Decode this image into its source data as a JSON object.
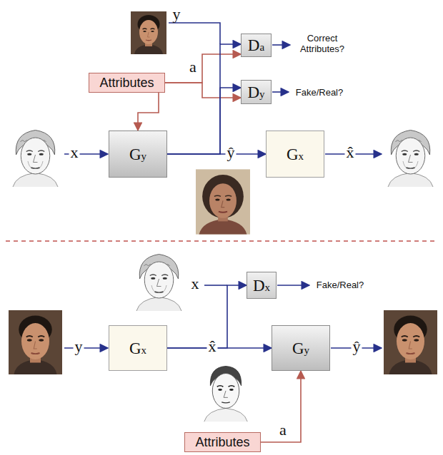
{
  "diagram": {
    "nodes": [
      {
        "text": [
          "Da"
        ]
      },
      {
        "text": [
          "Attributes"
        ]
      },
      {
        "text": [
          "Dy"
        ]
      },
      {
        "text": [
          "Gy"
        ]
      },
      {
        "text": [
          "Gx"
        ]
      },
      {
        "text": [
          "Dx"
        ]
      },
      {
        "text": [
          "Gx"
        ]
      },
      {
        "text": [
          "Gy"
        ]
      },
      {
        "text": [
          "Attributes"
        ]
      }
    ],
    "edges": [
      {
        "from": 1,
        "to": 3,
        "arrow": "to"
      },
      {
        "from": 1,
        "to": 0,
        "arrow": "to"
      },
      {
        "from": 1,
        "to": 2,
        "arrow": "to"
      },
      {
        "from": 3,
        "to": 0,
        "arrow": "to"
      },
      {
        "from": 3,
        "to": 2,
        "arrow": "to"
      },
      {
        "from": 3,
        "to": 4,
        "label": "ŷ",
        "arrow": "to"
      },
      {
        "from": 6,
        "to": 7,
        "label": "x̂",
        "arrow": "to"
      },
      {
        "from": 6,
        "to": 5,
        "arrow": "to"
      },
      {
        "from": 8,
        "to": 7,
        "arrow": "to"
      }
    ],
    "labels": [
      "y",
      "Correct Attributes?",
      "a",
      "Fake/Real?",
      "x",
      "x̂",
      "x",
      "Fake/Real?",
      "y",
      "ŷ",
      "a"
    ]
  }
}
